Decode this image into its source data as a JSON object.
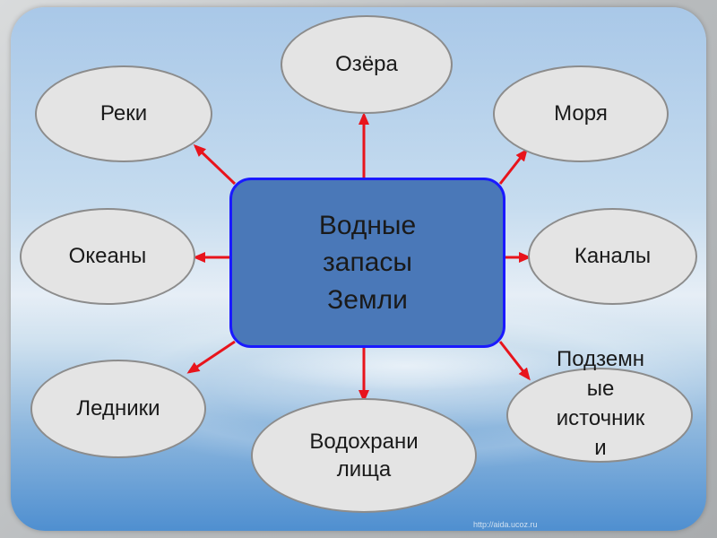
{
  "center": {
    "lines": [
      "Водные",
      "запасы",
      "Земли"
    ]
  },
  "nodes": {
    "lakes": "Озёра",
    "rivers": "Реки",
    "seas": "Моря",
    "oceans": "Океаны",
    "canals": "Каналы",
    "glaciers": "Ледники",
    "reservoirs": [
      "Водохрани",
      "лища"
    ],
    "underground": [
      "Подземн",
      "ые",
      "источник",
      "и"
    ]
  },
  "watermark": "http://aida.ucoz.ru",
  "colors": {
    "arrow": "#e8141c",
    "center_fill": "#4a78b8",
    "center_border": "#1a1aff",
    "oval_fill": "#e4e4e4"
  }
}
